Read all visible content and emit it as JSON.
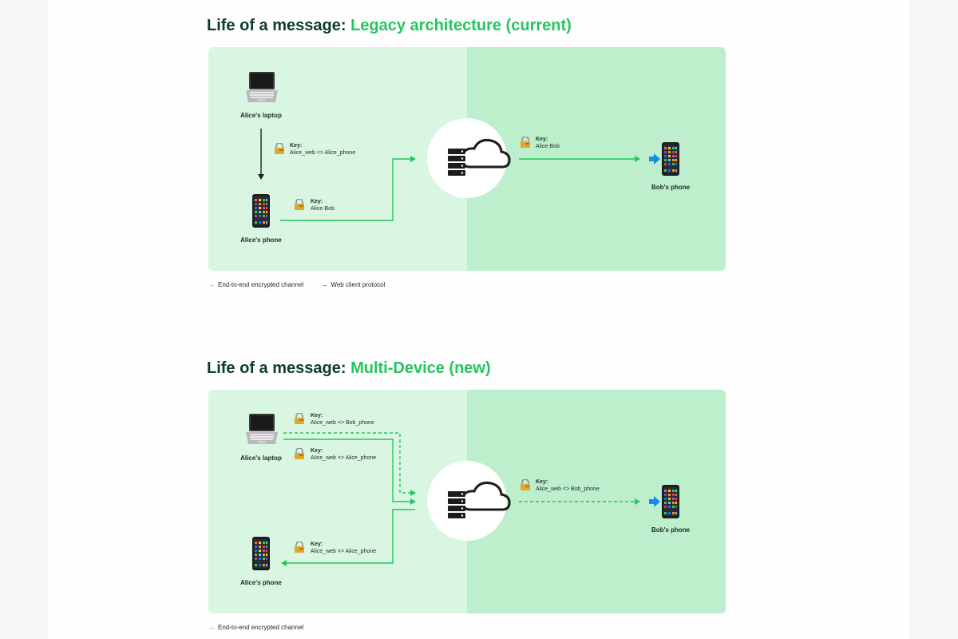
{
  "section1": {
    "title_prefix": "Life of a message: ",
    "title_accent": "Legacy architecture (current)",
    "labels": {
      "alice_laptop": "Alice's laptop",
      "alice_phone": "Alice's phone",
      "bob_phone": "Bob's phone"
    },
    "keys": [
      {
        "title": "Key:",
        "value": "Alice_web <> Alice_phone"
      },
      {
        "title": "Key:",
        "value": "Alice-Bob"
      },
      {
        "title": "Key:",
        "value": "Alice-Bob"
      }
    ],
    "legend": {
      "e2e": "End-to-end encrypted channel",
      "web": "Web client protocol"
    }
  },
  "section2": {
    "title_prefix": "Life of a message: ",
    "title_accent": "Multi-Device (new)",
    "labels": {
      "alice_laptop": "Alice's laptop",
      "alice_phone": "Alice's phone",
      "bob_phone": "Bob's phone"
    },
    "keys": [
      {
        "title": "Key:",
        "value": "Alice_web <> Bob_phone"
      },
      {
        "title": "Key:",
        "value": "Alice_web <> Alice_phone"
      },
      {
        "title": "Key:",
        "value": "Alice_web <> Alice_phone"
      },
      {
        "title": "Key:",
        "value": "Alice_web <> Bob_phone"
      }
    ],
    "legend": {
      "e2e": "End-to-end encrypted channel"
    }
  },
  "colors": {
    "accent": "#25c560",
    "title": "#0c3d25",
    "panel_left": "#d9f6e2",
    "panel_right": "#bdefcc"
  },
  "icons": [
    "laptop-icon",
    "smartphone-icon",
    "server-cloud-icon",
    "lock-key-icon",
    "incoming-arrow-icon"
  ]
}
